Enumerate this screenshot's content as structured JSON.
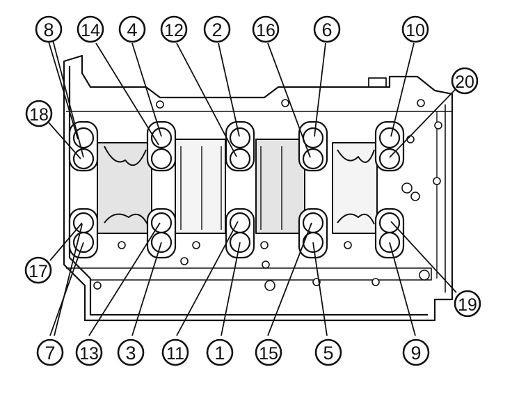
{
  "diagram": {
    "callouts": {
      "top": [
        "8",
        "14",
        "4",
        "12",
        "2",
        "16",
        "6",
        "10"
      ],
      "bottom": [
        "7",
        "13",
        "3",
        "11",
        "1",
        "15",
        "5",
        "9"
      ],
      "left_upper": "18",
      "left_lower": "17",
      "right_upper": "20",
      "right_lower": "19"
    },
    "colors": {
      "ink": "#111111",
      "paper": "#ffffff",
      "shade": "#e4e4e4"
    }
  }
}
